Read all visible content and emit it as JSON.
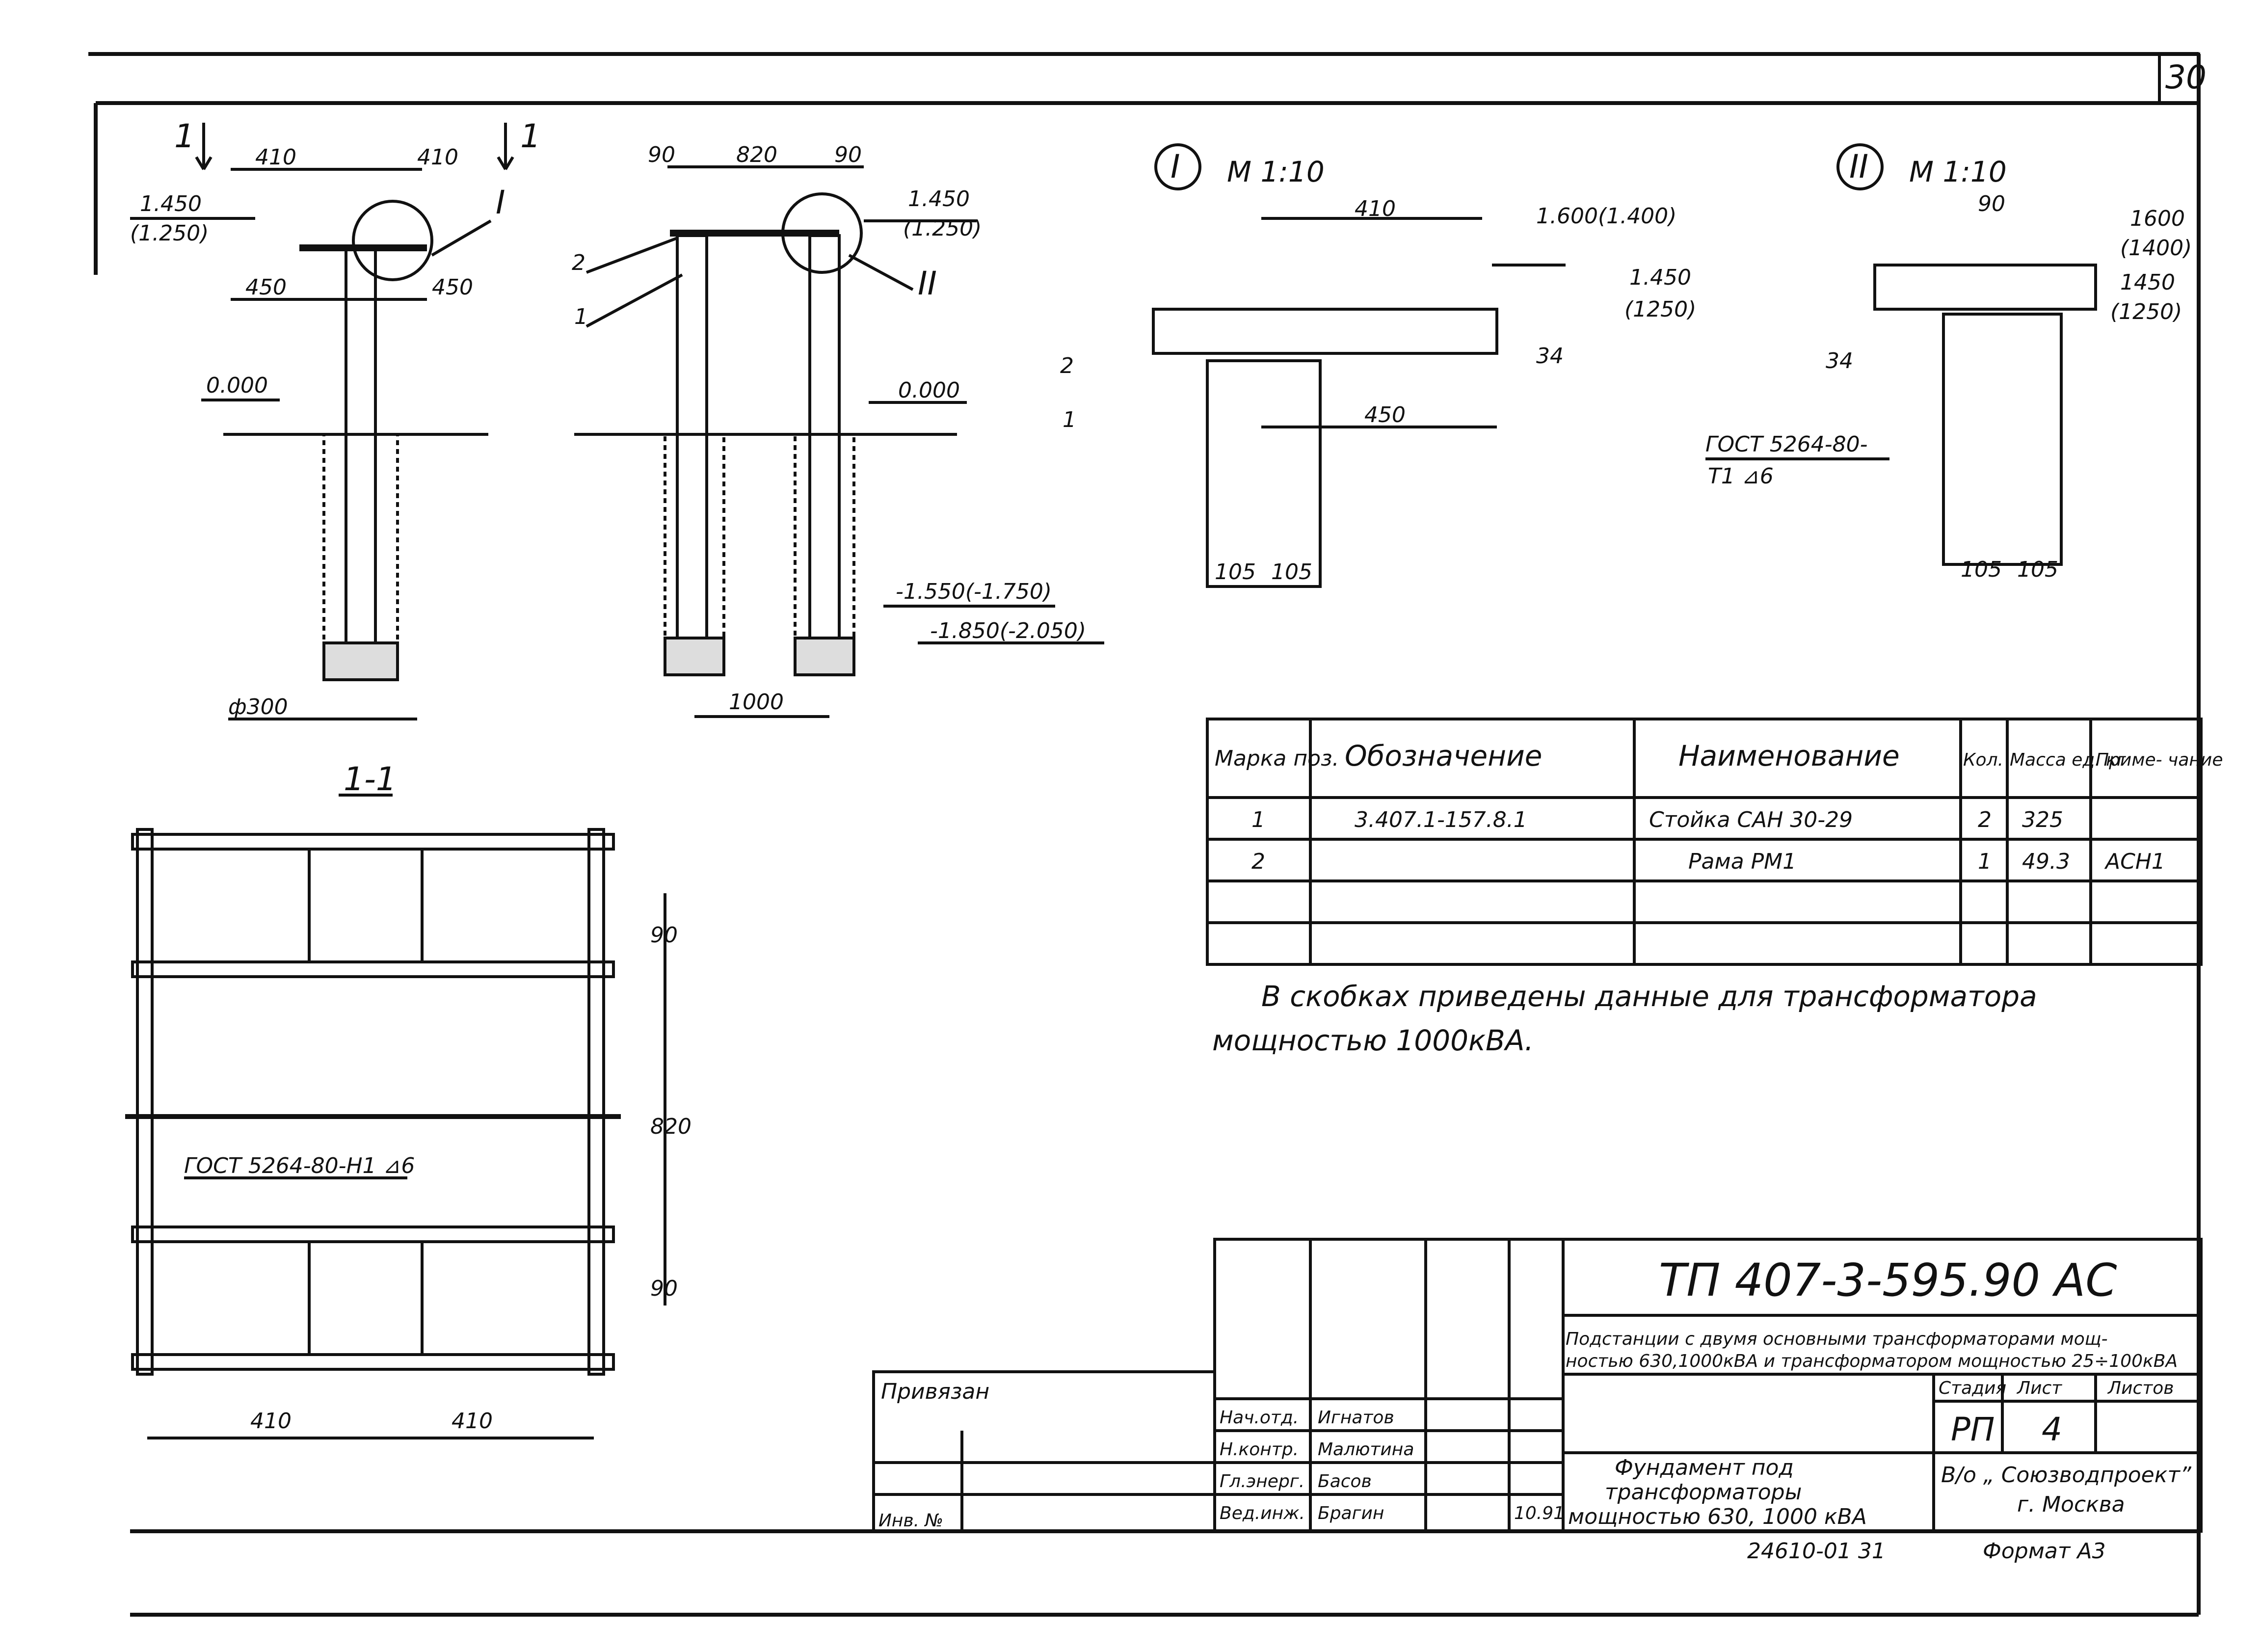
{
  "sheet": {
    "page_number": "30",
    "code": "ТП 407-3-595.90  АС",
    "subtitle_line1": "Подстанции с двумя основными трансформаторами мощ-",
    "subtitle_line2": "ностью 630,1000кВА и трансформатором мощностью 25÷100кВА",
    "stage_header": "Стадия",
    "sheet_header": "Лист",
    "sheets_header": "Листов",
    "stage": "РП",
    "sheet_no": "4",
    "drawing_title_1": "Фундамент под",
    "drawing_title_2": "трансформаторы",
    "drawing_title_3": "мощностью  630, 1000 кВА",
    "org_1": "В/о „ Союзводпроект”",
    "org_2": "г. Москва",
    "bound": "Привязан",
    "inv": "Инв. №",
    "archive_no": "24610-01   31",
    "format": "Формат А3",
    "signatures": [
      {
        "role": "Нач.отд.",
        "name": "Игнатов",
        "date": ""
      },
      {
        "role": "Н.контр.",
        "name": "Малютина",
        "date": ""
      },
      {
        "role": "Гл.энерг.",
        "name": "Басов",
        "date": ""
      },
      {
        "role": "Вед.инж.",
        "name": "Брагин",
        "date": "10.91"
      }
    ]
  },
  "spec_table": {
    "headers": [
      "Марка поз.",
      "Обозначение",
      "Наименование",
      "Кол.",
      "Масса ед. кг",
      "Приме- чание"
    ],
    "rows": [
      [
        "1",
        "3.407.1-157.8.1",
        "Стойка САН 30-29",
        "2",
        "325",
        ""
      ],
      [
        "2",
        "",
        "Рама РМ1",
        "1",
        "49.3",
        "АСН1"
      ],
      [
        "",
        "",
        "",
        "",
        "",
        ""
      ],
      [
        "",
        "",
        "",
        "",
        "",
        ""
      ]
    ]
  },
  "note": {
    "line1": "В скобках приведены данные для трансформатора",
    "line2": "мощностью 1000кВА."
  },
  "views": {
    "section_mark": "1",
    "section_title": "1-1",
    "detail_1": "I",
    "detail_2": "II",
    "scale": "М 1:10",
    "gost_weld": "ГОСТ 5264-80-Н1 ⊿6",
    "gost_weld_2": "ГОСТ 5264-80-",
    "gost_weld_2b": "Т1 ⊿6",
    "phi": "ф300"
  },
  "dims": {
    "d410": "410",
    "d450": "450",
    "d90": "90",
    "d820": "820",
    "d1000": "1000",
    "d105": "105",
    "d34": "34",
    "lvl_1450": "1.450",
    "lvl_1250": "(1.250)",
    "lvl_1250b": "(1250)",
    "lvl_1450b": "1450",
    "lvl_0": "0.000",
    "lvl_m1550": "-1.550(-1.750)",
    "lvl_m1850": "-1.850(-2.050)",
    "lvl_1600": "1.600(1.400)",
    "lvl_1600b": "1600",
    "lvl_1400b": "(1400)",
    "pos1": "1",
    "pos2": "2"
  }
}
